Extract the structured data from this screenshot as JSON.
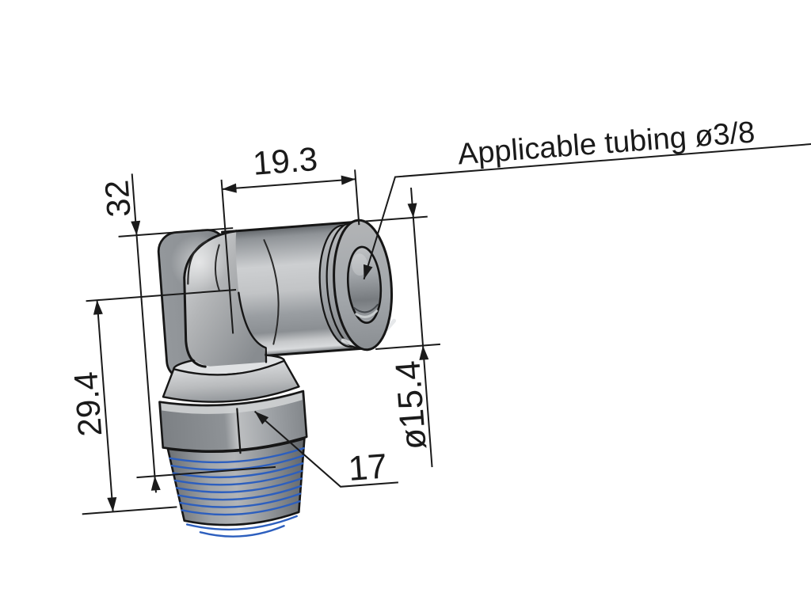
{
  "drawing": {
    "labels": {
      "applicable_tubing": "Applicable tubing ø3/8"
    },
    "dimensions": {
      "tube_side_length": "19.3",
      "overall_height": "32",
      "thread_side_height": "29.4",
      "hex_width_across_flats": "17",
      "collar_diameter": "ø15.4"
    },
    "colors": {
      "outline": "#1a1a1a",
      "thread_line": "#2d5fbe",
      "body_light": "#d6d8da",
      "body_mid": "#a9adb1",
      "body_dark": "#6f7377"
    }
  }
}
